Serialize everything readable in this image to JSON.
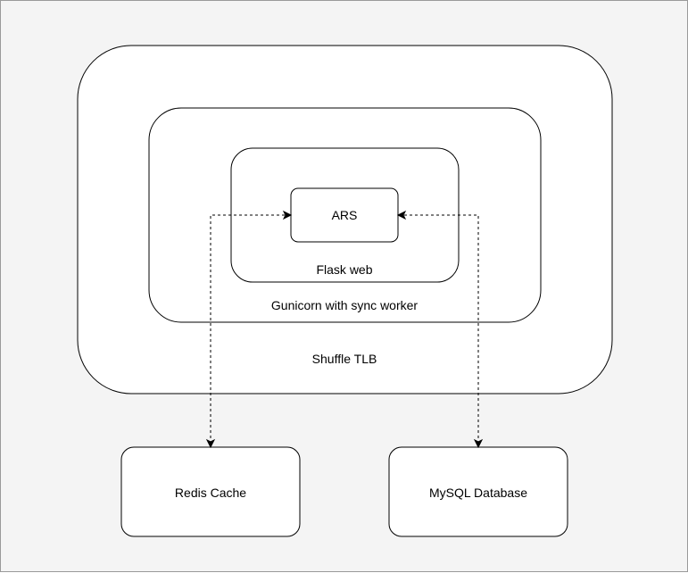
{
  "diagram": {
    "nodes": {
      "shuffle_tlb": {
        "label": "Shuffle TLB"
      },
      "gunicorn": {
        "label": "Gunicorn with sync worker"
      },
      "flask_web": {
        "label": "Flask web"
      },
      "ars": {
        "label": "ARS"
      },
      "redis_cache": {
        "label": "Redis Cache"
      },
      "mysql_database": {
        "label": "MySQL Database"
      }
    },
    "edges": [
      {
        "from": "ars",
        "to": "redis_cache",
        "style": "dashed",
        "arrows": "both"
      },
      {
        "from": "ars",
        "to": "mysql_database",
        "style": "dashed",
        "arrows": "both"
      }
    ]
  },
  "colors": {
    "background": "#f4f4f4",
    "box_fill": "#ffffff",
    "stroke": "#000000"
  }
}
